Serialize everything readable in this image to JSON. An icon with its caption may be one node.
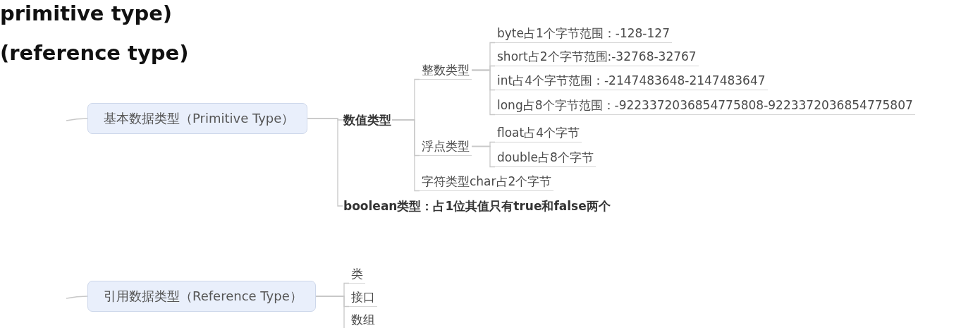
{
  "diagram": {
    "nodes": [
      {
        "text": [
          "基本数据类型（Primitive Type）"
        ]
      },
      {
        "text": [
          "数值类型"
        ]
      },
      {
        "text": [
          "整数类型"
        ]
      },
      {
        "text": [
          "byte占1个字节范围：-128-127"
        ]
      },
      {
        "text": [
          "short占2个字节范围:-32768-32767"
        ]
      },
      {
        "text": [
          "int占4个字节范围：-2147483648-2147483647"
        ]
      },
      {
        "text": [
          "long占8个字节范围：-9223372036854775808-9223372036854775807"
        ]
      },
      {
        "text": [
          "浮点类型"
        ]
      },
      {
        "text": [
          "float占4个字节"
        ]
      },
      {
        "text": [
          "double占8个字节"
        ]
      },
      {
        "text": [
          "字符类型char占2个字节"
        ]
      },
      {
        "text": [
          "boolean类型：占1位其值只有true和false两个"
        ]
      },
      {
        "text": [
          "引用数据类型（Reference Type）"
        ]
      },
      {
        "text": [
          "类"
        ]
      },
      {
        "text": [
          "接口"
        ]
      },
      {
        "text": [
          "数组"
        ]
      }
    ],
    "edges": [
      {
        "from": null,
        "to": 0,
        "arrow": "none"
      },
      {
        "from": 0,
        "to": 1,
        "arrow": "none"
      },
      {
        "from": 0,
        "to": 11,
        "arrow": "none"
      },
      {
        "from": 1,
        "to": 2,
        "arrow": "none"
      },
      {
        "from": 1,
        "to": 7,
        "arrow": "none"
      },
      {
        "from": 1,
        "to": 10,
        "arrow": "none"
      },
      {
        "from": 2,
        "to": 3,
        "arrow": "none"
      },
      {
        "from": 2,
        "to": 4,
        "arrow": "none"
      },
      {
        "from": 2,
        "to": 5,
        "arrow": "none"
      },
      {
        "from": 2,
        "to": 6,
        "arrow": "none"
      },
      {
        "from": 7,
        "to": 8,
        "arrow": "none"
      },
      {
        "from": 7,
        "to": 9,
        "arrow": "none"
      },
      {
        "from": null,
        "to": 12,
        "arrow": "none"
      },
      {
        "from": 12,
        "to": 13,
        "arrow": "none"
      },
      {
        "from": 12,
        "to": 14,
        "arrow": "none"
      },
      {
        "from": 12,
        "to": 15,
        "arrow": "none"
      }
    ],
    "labels": [
      "primitive type)",
      "(reference type)"
    ]
  }
}
